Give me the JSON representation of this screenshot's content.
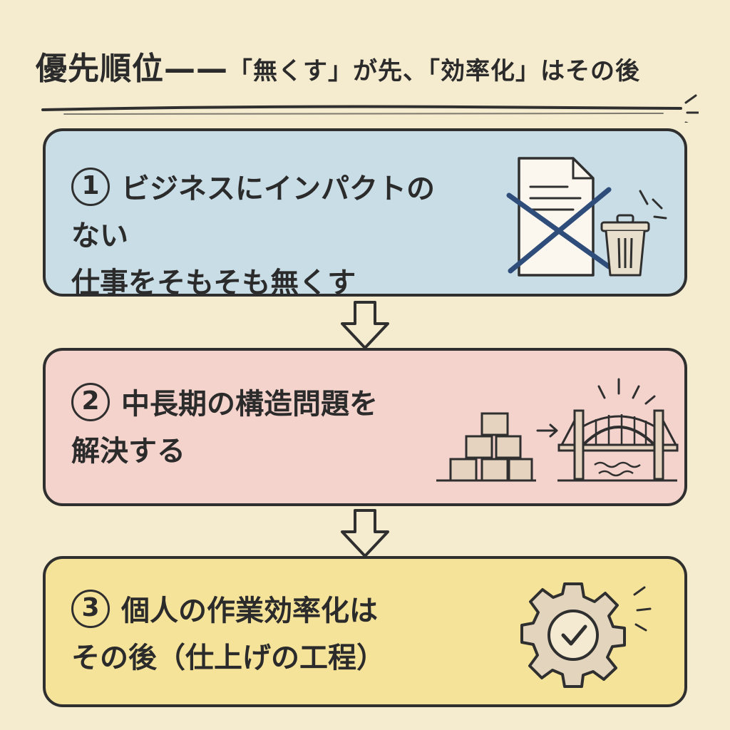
{
  "header": {
    "title_main": "優先順位",
    "title_dash": "——",
    "title_sub": "「無くす」が先、「効率化」はその後"
  },
  "steps": [
    {
      "number": "1",
      "line1": "ビジネスにインパクトのない",
      "line2": "仕事をそもそも無くす",
      "icon": "crossed-document-and-trash-icon",
      "color": "#c9dde6"
    },
    {
      "number": "2",
      "line1": "中長期の構造問題を",
      "line2": "解決する",
      "icon": "blocks-to-bridge-icon",
      "color": "#f3d3cc"
    },
    {
      "number": "3",
      "line1": "個人の作業効率化は",
      "line2": "その後（仕上げの工程）",
      "icon": "gear-check-icon",
      "color": "#f6e39a"
    }
  ],
  "colors": {
    "background": "#f5ebcf",
    "cross": "#2f4d7a",
    "outline": "#2f2f2f"
  }
}
